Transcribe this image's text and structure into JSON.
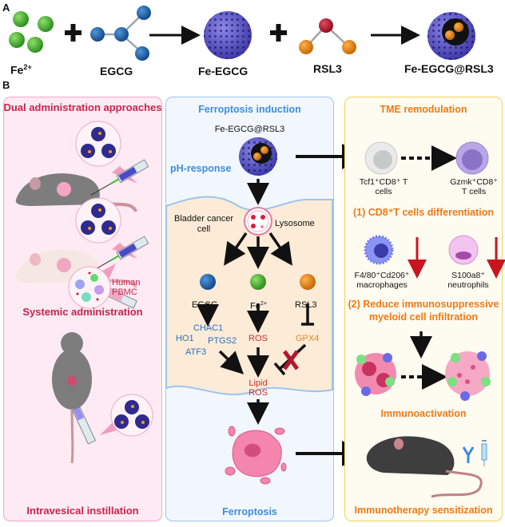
{
  "panel_a": {
    "label": "A",
    "reactants": [
      "Fe2+",
      "EGCG",
      "Fe-EGCG",
      "RSL3",
      "Fe-EGCG@RSL3"
    ],
    "fe_label_base": "Fe",
    "fe_label_sup": "2+",
    "egcg_label": "EGCG",
    "fe_egcg_label": "Fe-EGCG",
    "rsl3_label": "RSL3",
    "product_label": "Fe-EGCG@RSL3",
    "plus": "+"
  },
  "panel_b": {
    "label": "B",
    "left": {
      "title": "Dual  administration approaches",
      "systemic_label": "Systemic administration",
      "pbmc_label_1": "Human",
      "pbmc_label_2": "PBMC",
      "intravesical_label": "Intravesical instillation"
    },
    "middle": {
      "title": "Ferroptosis induction",
      "nanoparticle_label": "Fe-EGCG@RSL3",
      "ph_response": "pH-response",
      "cell_label_1": "Bladder cancer",
      "cell_label_2": "cell",
      "lysosome_label": "Lysosome",
      "egcg_label": "EGCG",
      "fe_base": "Fe",
      "fe_sup": "2+",
      "rsl3_label": "RSL3",
      "genes": [
        "CHAC1",
        "HO1",
        "PTGS2",
        "ATF3"
      ],
      "ros_label": "ROS",
      "gpx4_label": "GPX4",
      "lipid_ros_1": "Lipid",
      "lipid_ros_2": "ROS",
      "ferroptosis_label": "Ferroptosis"
    },
    "right": {
      "title": "TME remodulation",
      "tcf1_cell_1": "Tcf1⁺CD8⁺ T",
      "tcf1_cell_2": "cells",
      "gzmk_cell_1": "Gzmk⁺CD8⁺",
      "gzmk_cell_2": "T cells",
      "step1": "(1) CD8⁺T cells differentiation",
      "macrophage_1": "F4/80⁺Cd206⁺",
      "macrophage_2": "macrophages",
      "neutrophil_1": "S100a8⁺",
      "neutrophil_2": "neutrophils",
      "step2_1": "(2) Reduce immunosuppressive",
      "step2_2": "myeloid cell infiltration",
      "immunoactivation": "Immunoactivation",
      "sensitization": "Immunotherapy sensitization"
    }
  },
  "colors": {
    "left_bg": "#fdeaf2",
    "left_border": "#f0a8c6",
    "left_title": "#c9234f",
    "mid_bg": "#f2f7fd",
    "mid_border": "#9ec4ee",
    "mid_title": "#3b8de0",
    "cell_bg": "#fcebd7",
    "right_bg": "#fefbf1",
    "right_border": "#f2d35a",
    "right_title": "#f07a14",
    "gene_blue": "#2b6fc0",
    "ros_red": "#d0302c",
    "gpx4_orange": "#e58a1c",
    "nano": "#5a56c8",
    "fe_green": "#3fae2a",
    "egcg_blue": "#1f5fae",
    "rsl3_orange": "#e78a12",
    "rsl3_red": "#b3162a"
  }
}
